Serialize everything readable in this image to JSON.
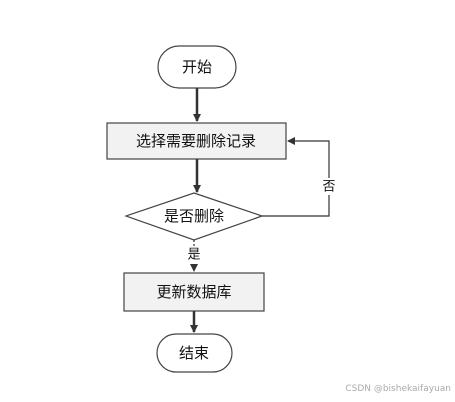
{
  "flowchart": {
    "start_label": "开始",
    "select_label": "选择需要删除记录",
    "decision_label": "是否删除",
    "update_label": "更新数据库",
    "end_label": "结束",
    "yes_label": "是",
    "no_label": "否"
  },
  "watermark": "CSDN @bishekaifayuan",
  "colors": {
    "stroke": "#444444",
    "box_fill": "#f2f2f2",
    "arrow": "#333333",
    "text": "#111111"
  }
}
